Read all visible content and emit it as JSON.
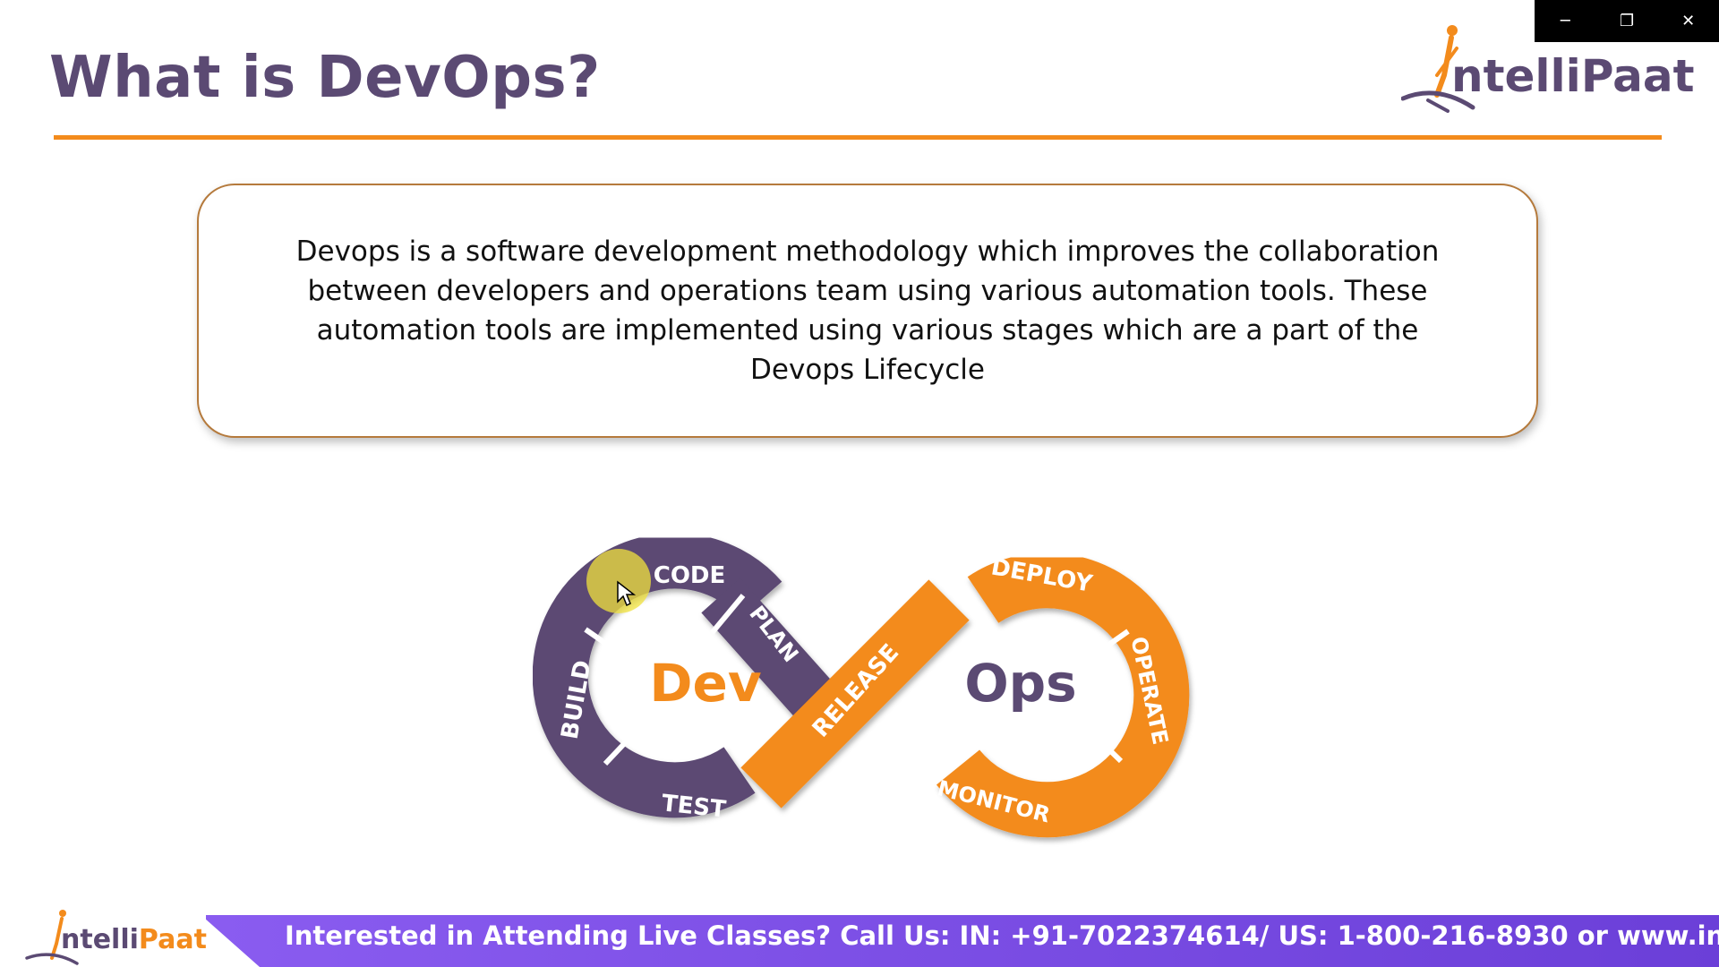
{
  "window": {
    "controls": {
      "minimize": "─",
      "restore": "❐",
      "close": "✕"
    }
  },
  "slide": {
    "title": "What is DevOps?",
    "definition": "Devops is a software development methodology which improves the collaboration between developers and operations team using various automation tools. These automation tools are implemented using various stages which are a part of the Devops Lifecycle"
  },
  "brand": {
    "logo_text_top": "ntelliPaat",
    "logo_text_bottom_a": "ntelli",
    "logo_text_bottom_b": "Paat"
  },
  "diagram": {
    "dev_label": "Dev",
    "ops_label": "Ops",
    "stages": {
      "code": "CODE",
      "plan": "PLAN",
      "build": "BUILD",
      "test": "TEST",
      "release": "RELEASE",
      "deploy": "DEPLOY",
      "operate": "OPERATE",
      "monitor": "MONITOR"
    }
  },
  "banner": {
    "text": "Interested in Attending Live Classes? Call Us: IN: +91-7022374614/ US: 1-800-216-8930 or www.intellipaat.com"
  },
  "colors": {
    "purple": "#5b4a73",
    "orange": "#f38b1c",
    "banner_purple": "#7b4fe6"
  }
}
